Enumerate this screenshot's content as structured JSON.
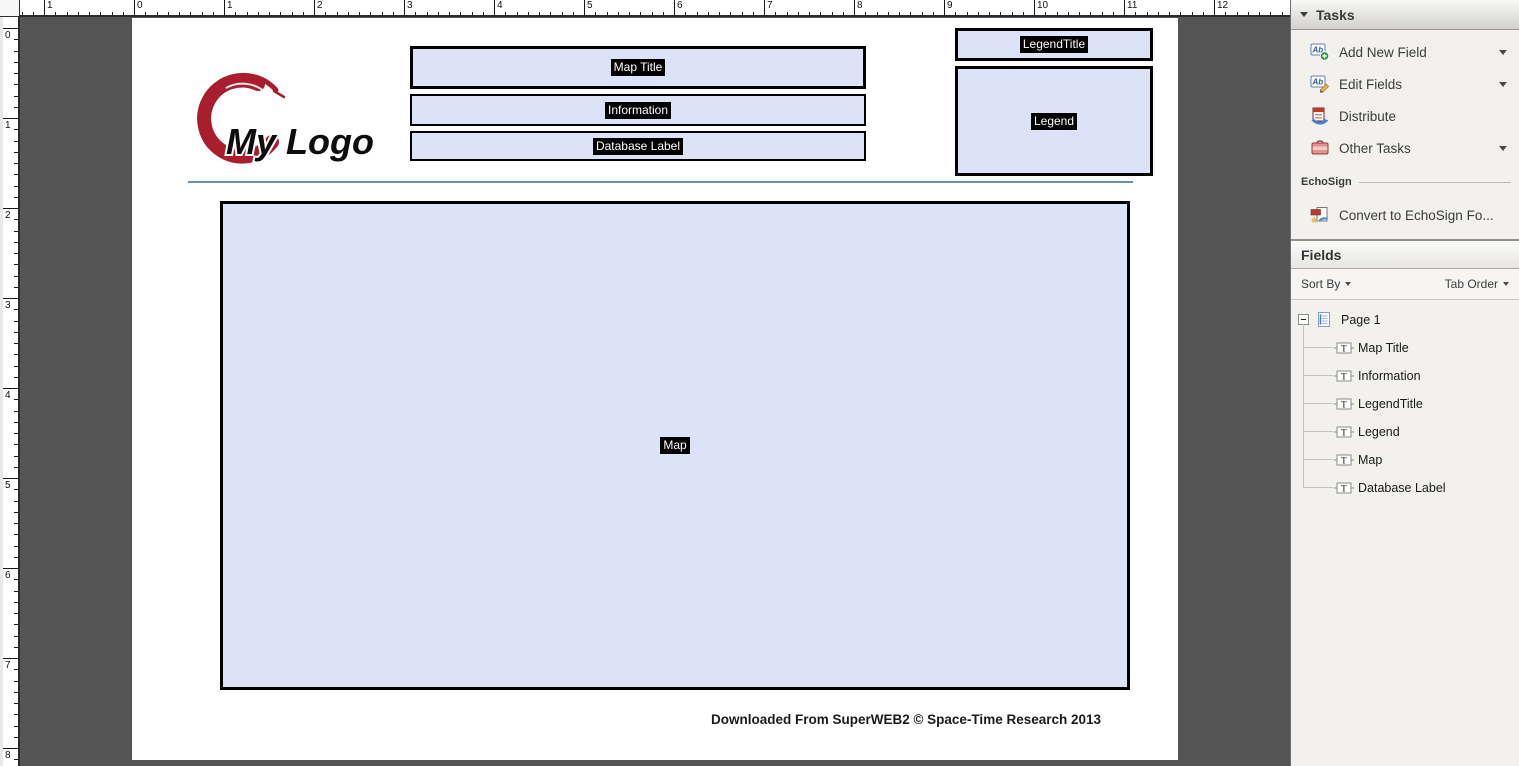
{
  "rulers": {
    "top_labels": [
      "1",
      "0",
      "1",
      "2",
      "3",
      "4",
      "5",
      "6",
      "7",
      "8",
      "9",
      "10",
      "11",
      "12"
    ],
    "left_labels": [
      "0",
      "1",
      "2",
      "3",
      "4",
      "5",
      "6",
      "7",
      "8"
    ]
  },
  "page": {
    "logo": {
      "text": "My Logo",
      "brush_color": "#a81e2f"
    },
    "field_fill": "#dce3f9",
    "fields": [
      {
        "id": "map-title",
        "label": "Map Title"
      },
      {
        "id": "information",
        "label": "Information"
      },
      {
        "id": "database-label",
        "label": "Database Label"
      },
      {
        "id": "legend-title",
        "label": "LegendTitle"
      },
      {
        "id": "legend",
        "label": "Legend"
      },
      {
        "id": "map",
        "label": "Map"
      }
    ],
    "footer": "Downloaded From SuperWEB2 © Space-Time Research 2013"
  },
  "tasks_panel": {
    "title": "Tasks",
    "items": [
      {
        "label": "Add New Field",
        "icon": "add-new-field-icon",
        "dropdown": true
      },
      {
        "label": "Edit Fields",
        "icon": "edit-fields-icon",
        "dropdown": true
      },
      {
        "label": "Distribute",
        "icon": "distribute-icon",
        "dropdown": false
      },
      {
        "label": "Other Tasks",
        "icon": "other-tasks-icon",
        "dropdown": true
      }
    ],
    "echosign_label": "EchoSign",
    "convert_label": "Convert to EchoSign Fo..."
  },
  "fields_panel": {
    "title": "Fields",
    "sort_by_label": "Sort By",
    "tab_order_label": "Tab Order",
    "tree": {
      "root": "Page 1",
      "children": [
        "Map Title",
        "Information",
        "LegendTitle",
        "Legend",
        "Map",
        "Database Label"
      ]
    }
  }
}
